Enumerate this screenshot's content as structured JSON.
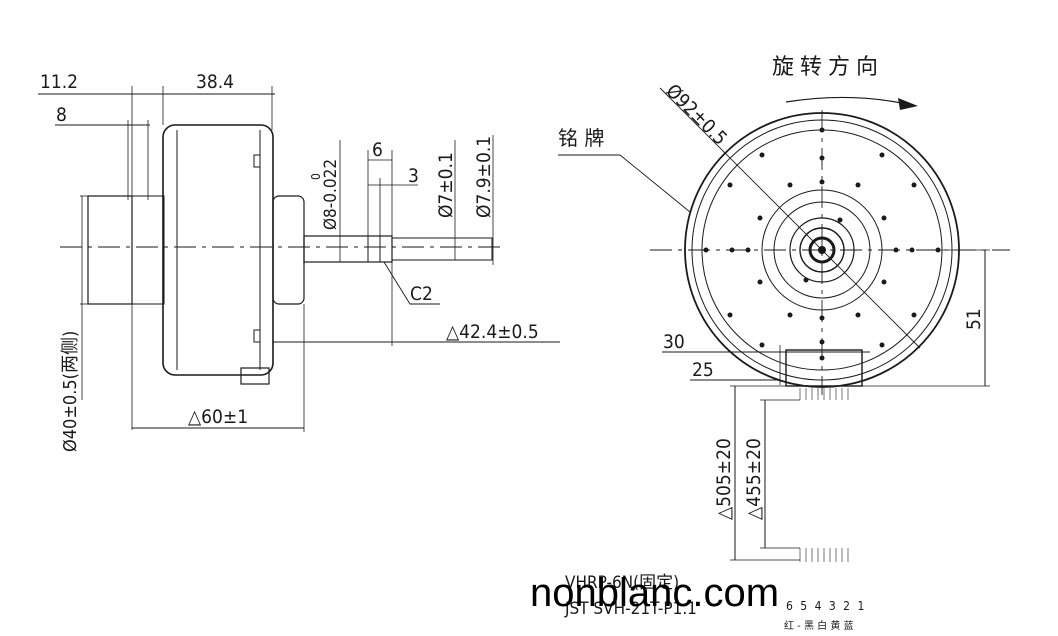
{
  "side_view": {
    "dim_11_2": "11.2",
    "dim_38_4": "38.4",
    "dim_8": "8",
    "dim_6": "6",
    "dim_3": "3",
    "shaft_tol_upper": "0",
    "shaft_dia": "Ø8-0.022",
    "dim_7": "Ø7±0.1",
    "dim_7_9": "Ø7.9±0.1",
    "chamfer": "C2",
    "dim_42_4": "△42.4±0.5",
    "dim_40": "Ø40±0.5(两侧)",
    "dim_60": "△60±1"
  },
  "front_view": {
    "rotation_label": "旋转方向",
    "nameplate_label": "铭 牌",
    "dim_92": "Ø92±0.5",
    "dim_30": "30",
    "dim_25": "25",
    "dim_51": "51",
    "dim_505": "△505±20",
    "dim_455": "△455±20"
  },
  "connector": {
    "line1": "VHRP-6N(固定)",
    "line2": "JST SVH-21T-P1.1",
    "pins": "6 5 4 3 2 1",
    "colors": "红 - 黑 白 黄 蓝"
  },
  "watermark": "nonblanc.com"
}
